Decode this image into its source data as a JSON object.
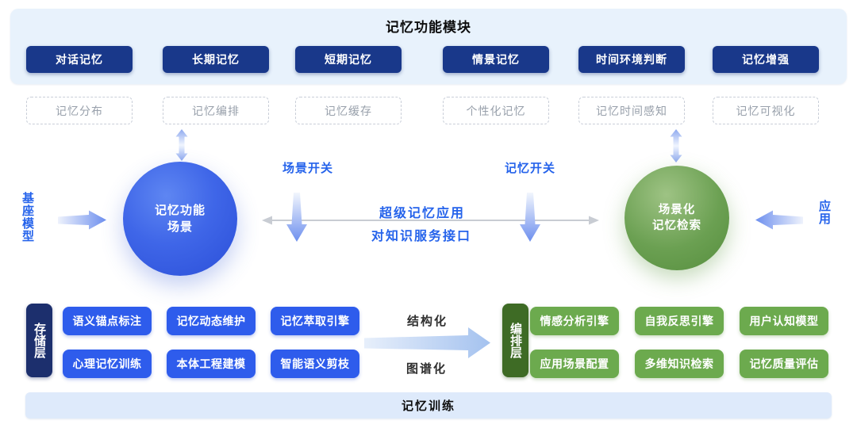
{
  "top_panel": {
    "title": "记忆功能模块",
    "modules": [
      "对话记忆",
      "长期记忆",
      "短期记忆",
      "情景记忆",
      "时间环境判断",
      "记忆增强"
    ]
  },
  "dashed_row": [
    "记忆分布",
    "记忆编排",
    "记忆缓存",
    "个性化记忆",
    "记忆时间感知",
    "记忆可视化"
  ],
  "middle": {
    "left_input": "基座模型",
    "left_circle_line1": "记忆功能",
    "left_circle_line2": "场景",
    "scene_switch": "场景开关",
    "memory_switch": "记忆开关",
    "bus_label_top": "超级记忆应用",
    "bus_label_bottom": "对知识服务接口",
    "right_circle_line1": "场景化",
    "right_circle_line2": "记忆检索",
    "right_input": "应用"
  },
  "storage_layer": {
    "label": "存储层",
    "items": [
      "语义锚点标注",
      "记忆动态维护",
      "记忆萃取引擎",
      "心理记忆训练",
      "本体工程建模",
      "智能语义剪枝"
    ]
  },
  "transform": {
    "top": "结构化",
    "bottom": "图谱化"
  },
  "orchestration_layer": {
    "label": "编排层",
    "items": [
      "情感分析引擎",
      "自我反思引擎",
      "用户认知模型",
      "应用场景配置",
      "多维知识检索",
      "记忆质量评估"
    ]
  },
  "bottom_bar": "记忆训练",
  "colors": {
    "panel_bg": "#e8f2fc",
    "navy_button": "#19388a",
    "bright_blue_button": "#2e5cec",
    "storage_tag": "#1c2f6d",
    "green_button": "#6caa4e",
    "orchestration_tag": "#3e6b25",
    "accent_blue_text": "#2563eb",
    "blue_circle": "#3f66e8",
    "green_circle": "#6ba052",
    "dashed_chip_text": "#98a0ab",
    "gray_line": "#c8ccd3"
  }
}
